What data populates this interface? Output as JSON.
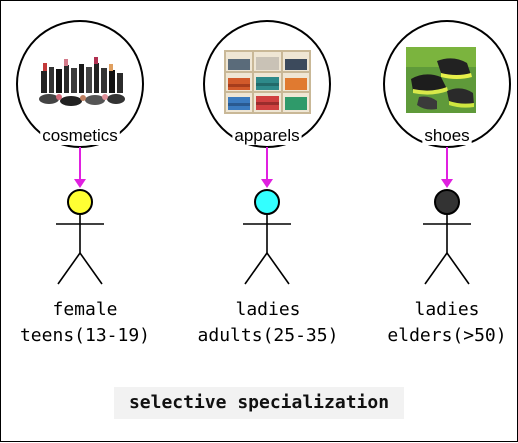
{
  "segments": [
    {
      "product": "cosmetics",
      "product_icon": "cosmetics-image",
      "head_color": "#ffff33",
      "label_line1": "female",
      "label_line2": "teens(13-19)"
    },
    {
      "product": "apparels",
      "product_icon": "apparel-image",
      "head_color": "#33ffff",
      "label_line1": "ladies",
      "label_line2": "adults(25-35)"
    },
    {
      "product": "shoes",
      "product_icon": "shoes-image",
      "head_color": "#333333",
      "label_line1": "ladies",
      "label_line2": "elders(>50)"
    }
  ],
  "arrow_color": "#e020e0",
  "caption": "selective specialization"
}
